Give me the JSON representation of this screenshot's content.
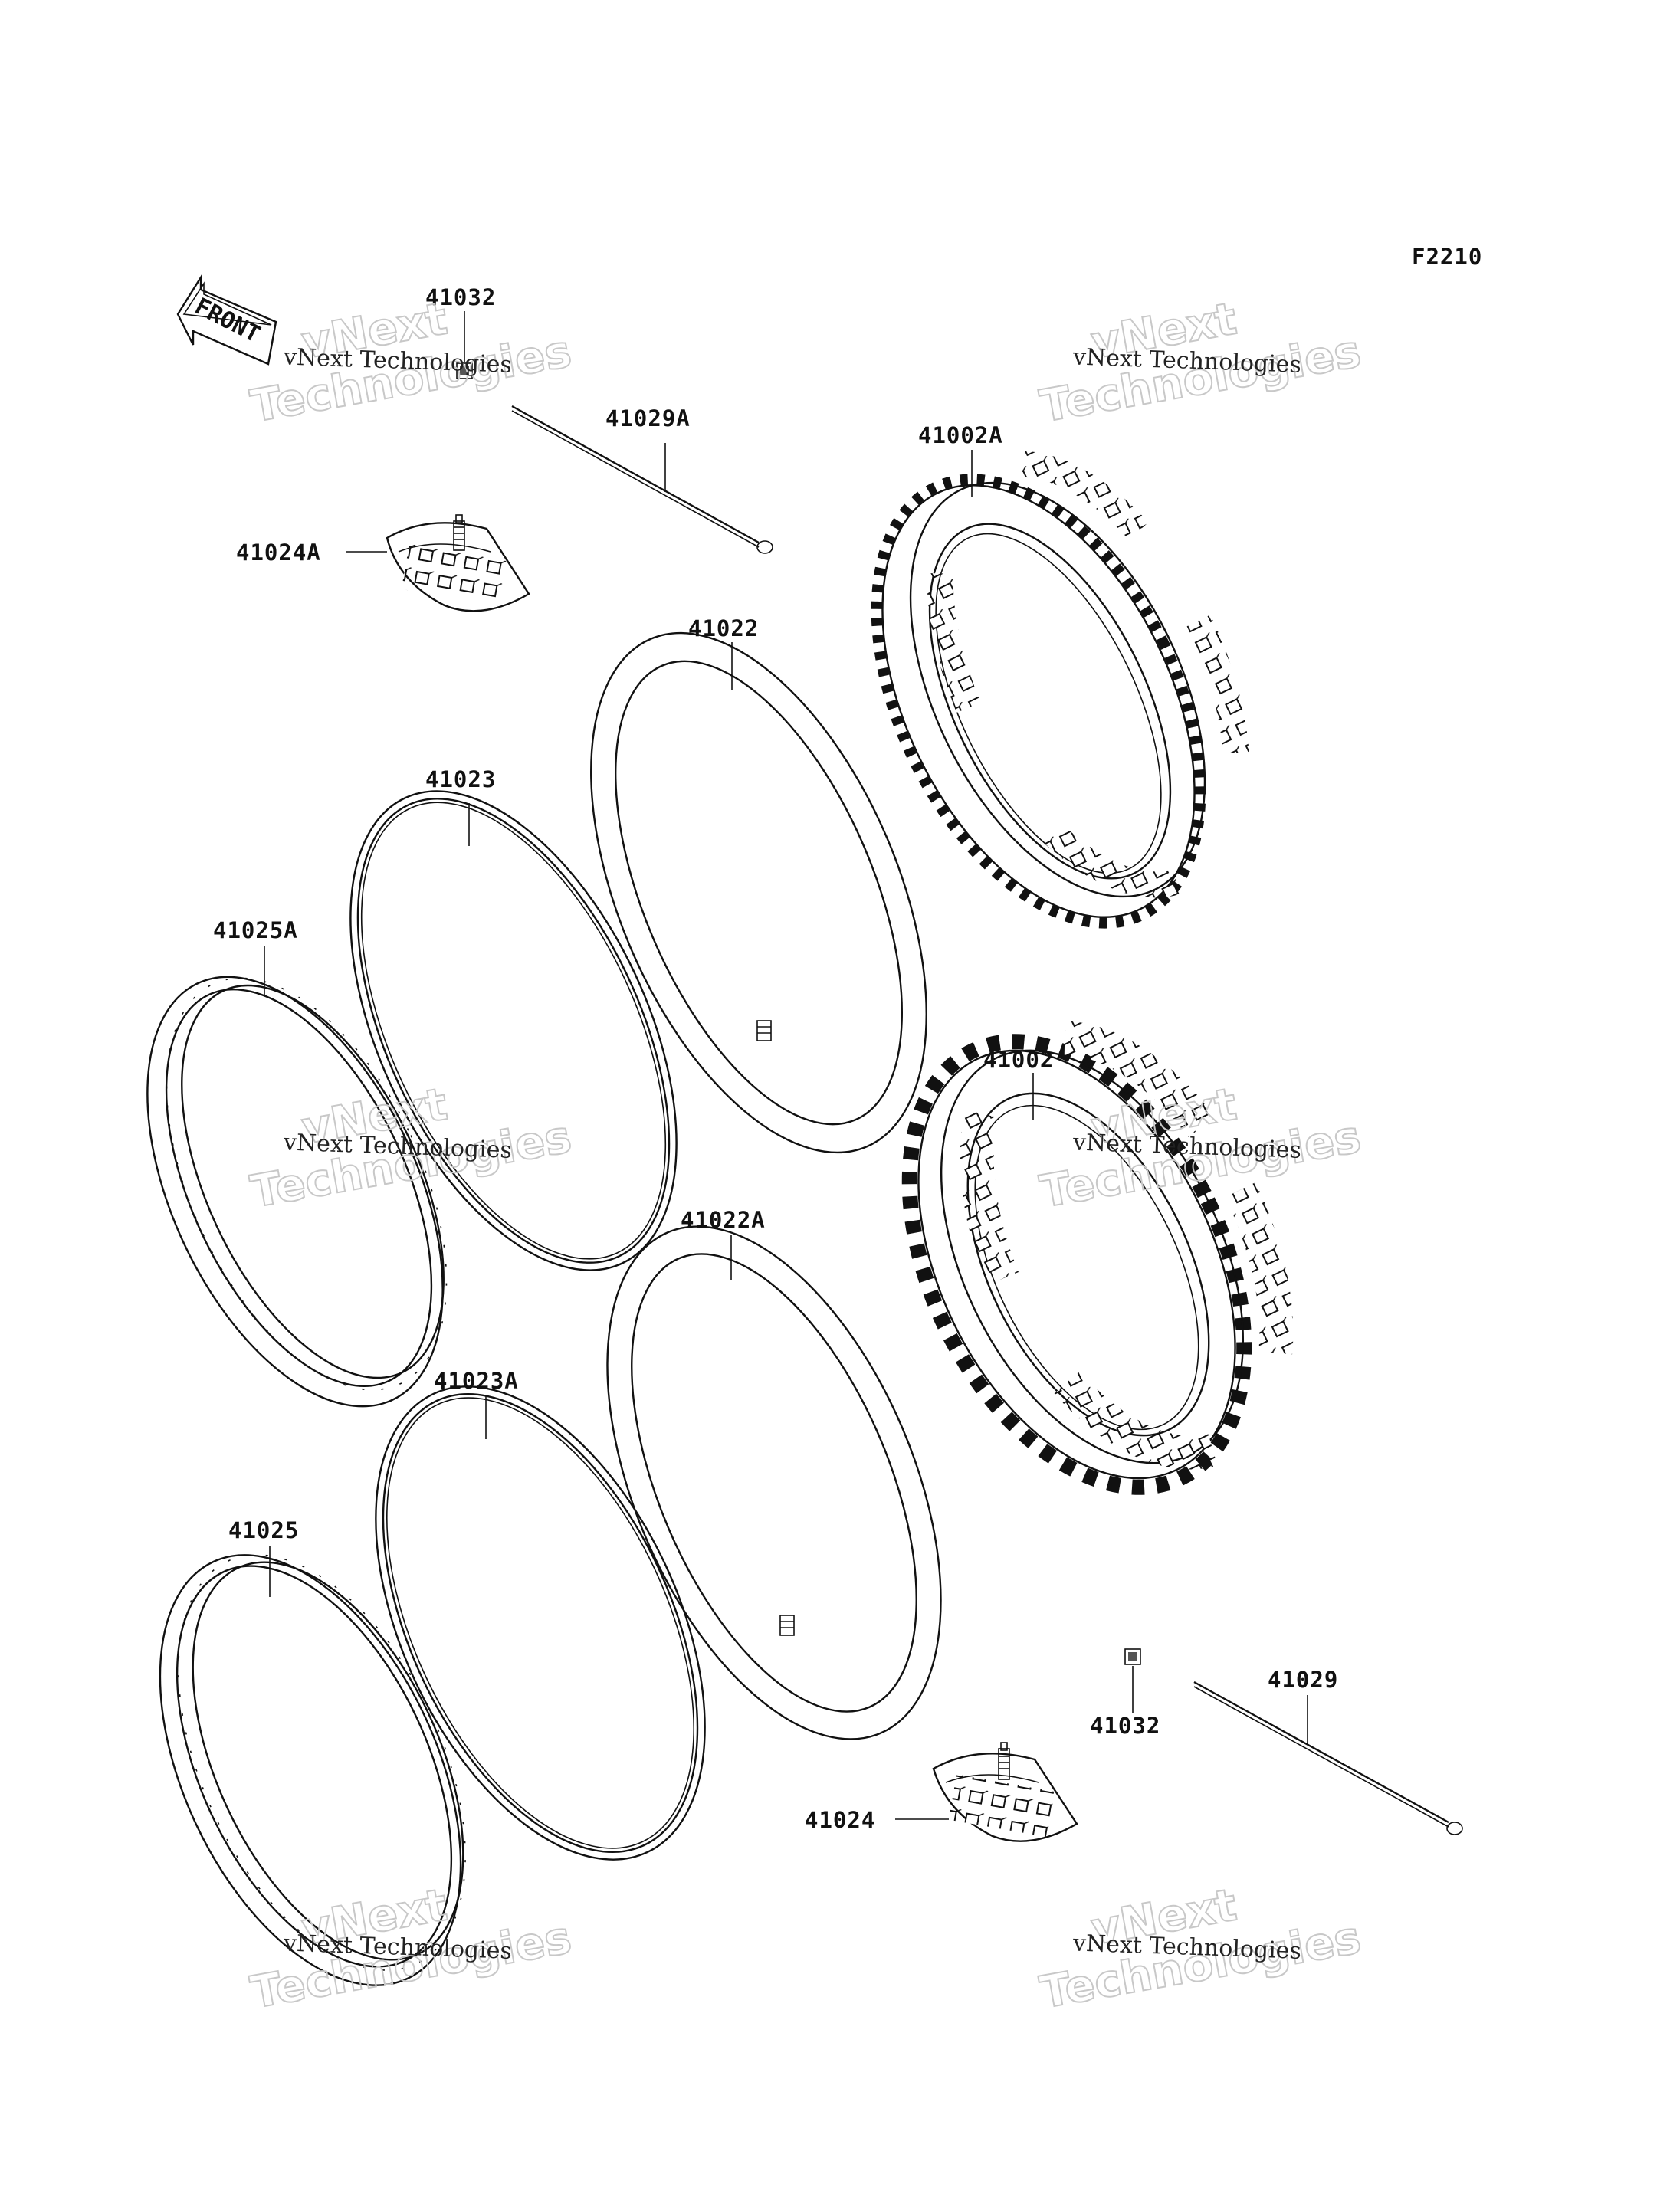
{
  "figure_code": "F2210",
  "front_label": "FRONT",
  "watermark": {
    "small": "vNext Technologies",
    "big_line1": "vNext",
    "big_line2": "Technologies"
  },
  "parts": [
    {
      "id": "p41032_top",
      "number": "41032"
    },
    {
      "id": "p41029A",
      "number": "41029A"
    },
    {
      "id": "p41002A",
      "number": "41002A"
    },
    {
      "id": "p41024A",
      "number": "41024A"
    },
    {
      "id": "p41022",
      "number": "41022"
    },
    {
      "id": "p41023",
      "number": "41023"
    },
    {
      "id": "p41025A",
      "number": "41025A"
    },
    {
      "id": "p41002",
      "number": "41002"
    },
    {
      "id": "p41022A",
      "number": "41022A"
    },
    {
      "id": "p41023A",
      "number": "41023A"
    },
    {
      "id": "p41025",
      "number": "41025"
    },
    {
      "id": "p41029",
      "number": "41029"
    },
    {
      "id": "p41032_bottom",
      "number": "41032"
    },
    {
      "id": "p41024",
      "number": "41024"
    }
  ]
}
